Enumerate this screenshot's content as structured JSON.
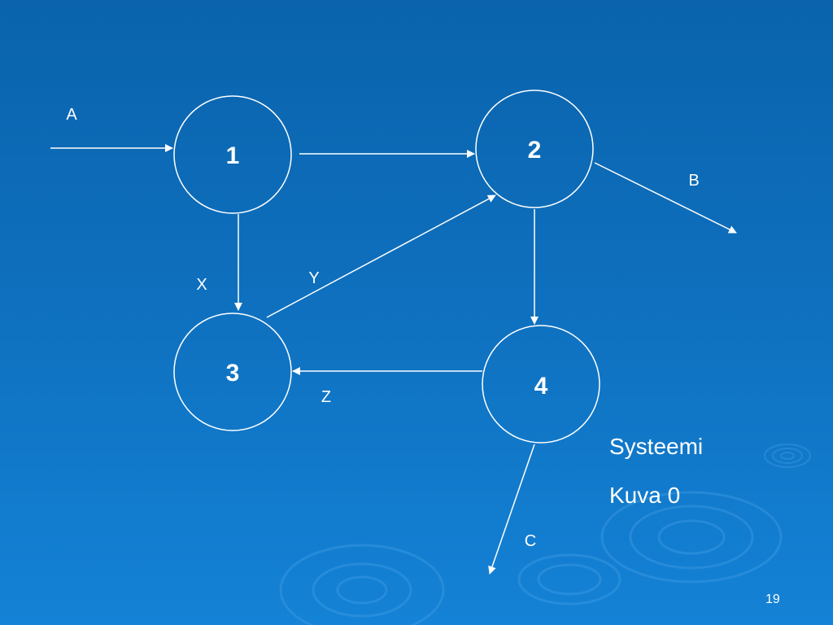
{
  "colors": {
    "background_top": "#0a63ac",
    "background_bottom": "#1482d6",
    "foreground": "#ffffff"
  },
  "diagram": {
    "nodes": [
      {
        "id": "1",
        "label": "1"
      },
      {
        "id": "2",
        "label": "2"
      },
      {
        "id": "3",
        "label": "3"
      },
      {
        "id": "4",
        "label": "4"
      }
    ],
    "edges": [
      {
        "from": "external",
        "to": "1",
        "label": "A"
      },
      {
        "from": "1",
        "to": "2",
        "label": ""
      },
      {
        "from": "2",
        "to": "external",
        "label": "B"
      },
      {
        "from": "1",
        "to": "3",
        "label": "X"
      },
      {
        "from": "3",
        "to": "2",
        "label": "Y"
      },
      {
        "from": "2",
        "to": "4",
        "label": ""
      },
      {
        "from": "4",
        "to": "3",
        "label": "Z"
      },
      {
        "from": "4",
        "to": "external",
        "label": "C"
      }
    ]
  },
  "caption": {
    "line1": "Systeemi",
    "line2": "Kuva 0"
  },
  "page_number": "19"
}
